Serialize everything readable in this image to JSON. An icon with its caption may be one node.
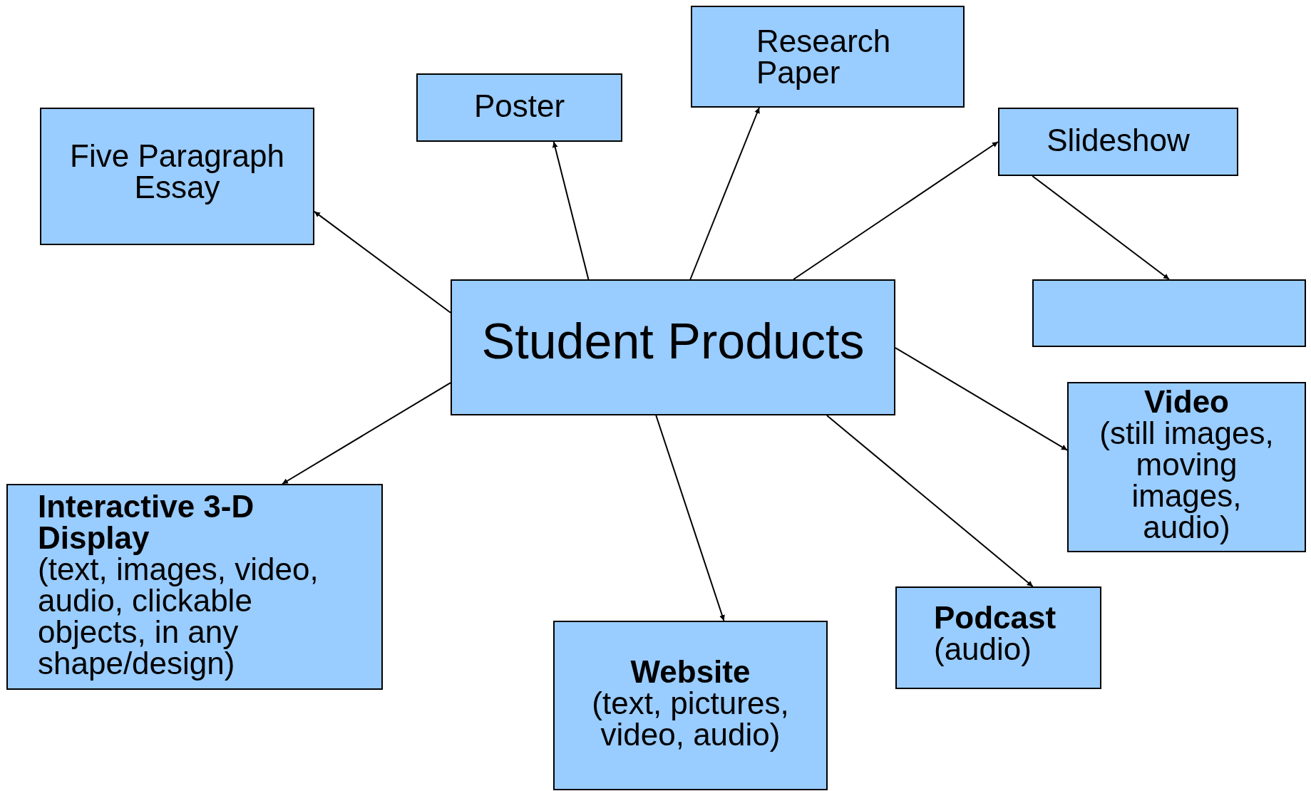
{
  "diagram": {
    "nodes": [
      {
        "text": [
          "Research Paper"
        ]
      },
      {
        "text": [
          "Poster"
        ]
      },
      {
        "text": [
          "Five Paragraph Essay"
        ]
      },
      {
        "text": [
          "Slideshow"
        ]
      },
      {
        "text": [
          "Student Products"
        ]
      },
      {
        "text": [],
        "shape": "box"
      },
      {
        "text": [
          "Video",
          "(still images, moving images, audio)"
        ]
      },
      {
        "text": [
          "Interactive 3-D Display",
          "(text, images, video, audio, clickable objects, in any shape/design)"
        ]
      },
      {
        "text": [
          "Podcast",
          "(audio)"
        ]
      },
      {
        "text": [
          "Website",
          "(text, pictures, video, audio)"
        ]
      }
    ],
    "edges": [
      {
        "from": 4,
        "to": 2,
        "arrow": "to"
      },
      {
        "from": 4,
        "to": 1,
        "arrow": "to"
      },
      {
        "from": 4,
        "to": 0,
        "arrow": "to"
      },
      {
        "from": 4,
        "to": 3,
        "arrow": "to"
      },
      {
        "from": 3,
        "to": 5,
        "arrow": "to"
      },
      {
        "from": 4,
        "to": 6,
        "arrow": "to"
      },
      {
        "from": 4,
        "to": 8,
        "arrow": "to"
      },
      {
        "from": 4,
        "to": 9,
        "arrow": "to"
      },
      {
        "from": 4,
        "to": 7,
        "arrow": "to"
      }
    ]
  }
}
